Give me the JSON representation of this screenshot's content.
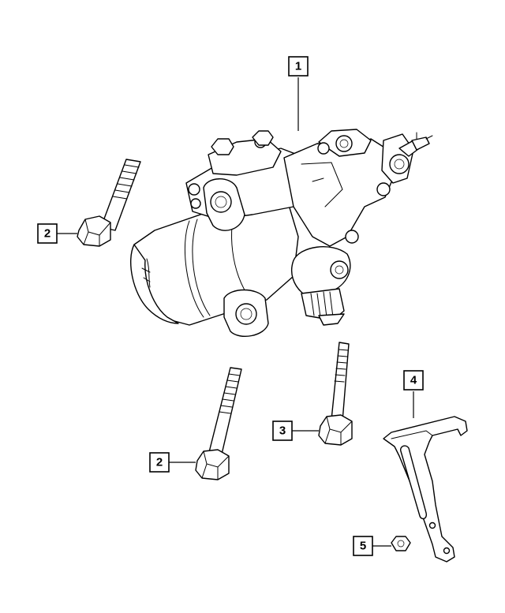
{
  "callouts": [
    {
      "label": "1"
    },
    {
      "label": "2"
    },
    {
      "label": "2"
    },
    {
      "label": "3"
    },
    {
      "label": "4"
    },
    {
      "label": "5"
    }
  ],
  "colors": {
    "line": "#000000",
    "background": "#ffffff"
  }
}
